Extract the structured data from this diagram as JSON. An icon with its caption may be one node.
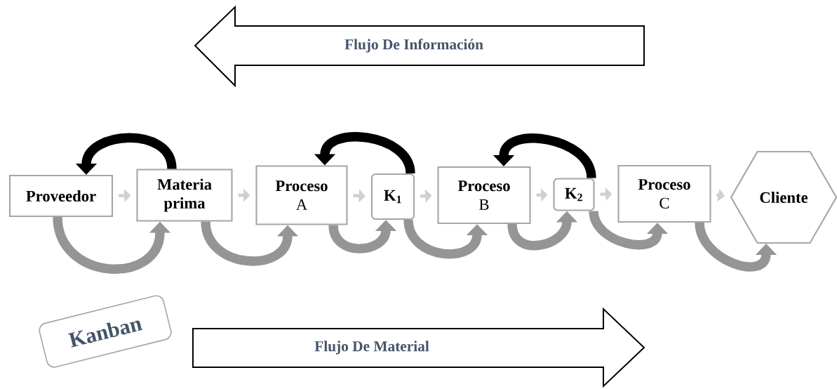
{
  "diagram": {
    "nodes": [
      {
        "text": [
          "Flujo De Información"
        ]
      },
      {
        "text": [
          "Proveedor"
        ]
      },
      {
        "text": [
          "Materia prima"
        ]
      },
      {
        "text": [
          "Proceso",
          "A"
        ]
      },
      {
        "text": [
          "K$_{1}$"
        ]
      },
      {
        "text": [
          "Proceso",
          "B"
        ]
      },
      {
        "text": [
          "K$_{2}$"
        ]
      },
      {
        "text": [
          "Proceso",
          "C"
        ]
      },
      {
        "text": [
          "Cliente"
        ]
      },
      {
        "text": [
          "Kanban"
        ]
      },
      {
        "text": [
          "Flujo De Material"
        ]
      }
    ],
    "edges": [
      {
        "from": 1,
        "to": 2,
        "arrow": "to",
        "color": "#d0d0d0"
      },
      {
        "from": 2,
        "to": 3,
        "arrow": "to",
        "color": "#d0d0d0"
      },
      {
        "from": 3,
        "to": 4,
        "arrow": "to",
        "color": "#d0d0d0"
      },
      {
        "from": 4,
        "to": 5,
        "arrow": "to",
        "color": "#d0d0d0"
      },
      {
        "from": 5,
        "to": 6,
        "arrow": "to",
        "color": "#d0d0d0"
      },
      {
        "from": 6,
        "to": 7,
        "arrow": "to",
        "color": "#d0d0d0"
      },
      {
        "from": 7,
        "to": 8,
        "arrow": "to",
        "color": "#d0d0d0"
      },
      {
        "from": 1,
        "to": 2,
        "arrow": "to",
        "color": "#959595"
      },
      {
        "from": 2,
        "to": 3,
        "arrow": "to",
        "color": "#959595"
      },
      {
        "from": 3,
        "to": 4,
        "arrow": "to",
        "color": "#959595"
      },
      {
        "from": 4,
        "to": 5,
        "arrow": "to",
        "color": "#959595"
      },
      {
        "from": 5,
        "to": 6,
        "arrow": "to",
        "color": "#959595"
      },
      {
        "from": 6,
        "to": 7,
        "arrow": "to",
        "color": "#959595"
      },
      {
        "from": 7,
        "to": 8,
        "arrow": "to",
        "color": "#959595"
      },
      {
        "from": 2,
        "to": 1,
        "arrow": "to",
        "color": "#000000"
      },
      {
        "from": 4,
        "to": 3,
        "arrow": "to",
        "color": "#000000"
      },
      {
        "from": 6,
        "to": 5,
        "arrow": "to",
        "color": "#000000"
      }
    ]
  }
}
